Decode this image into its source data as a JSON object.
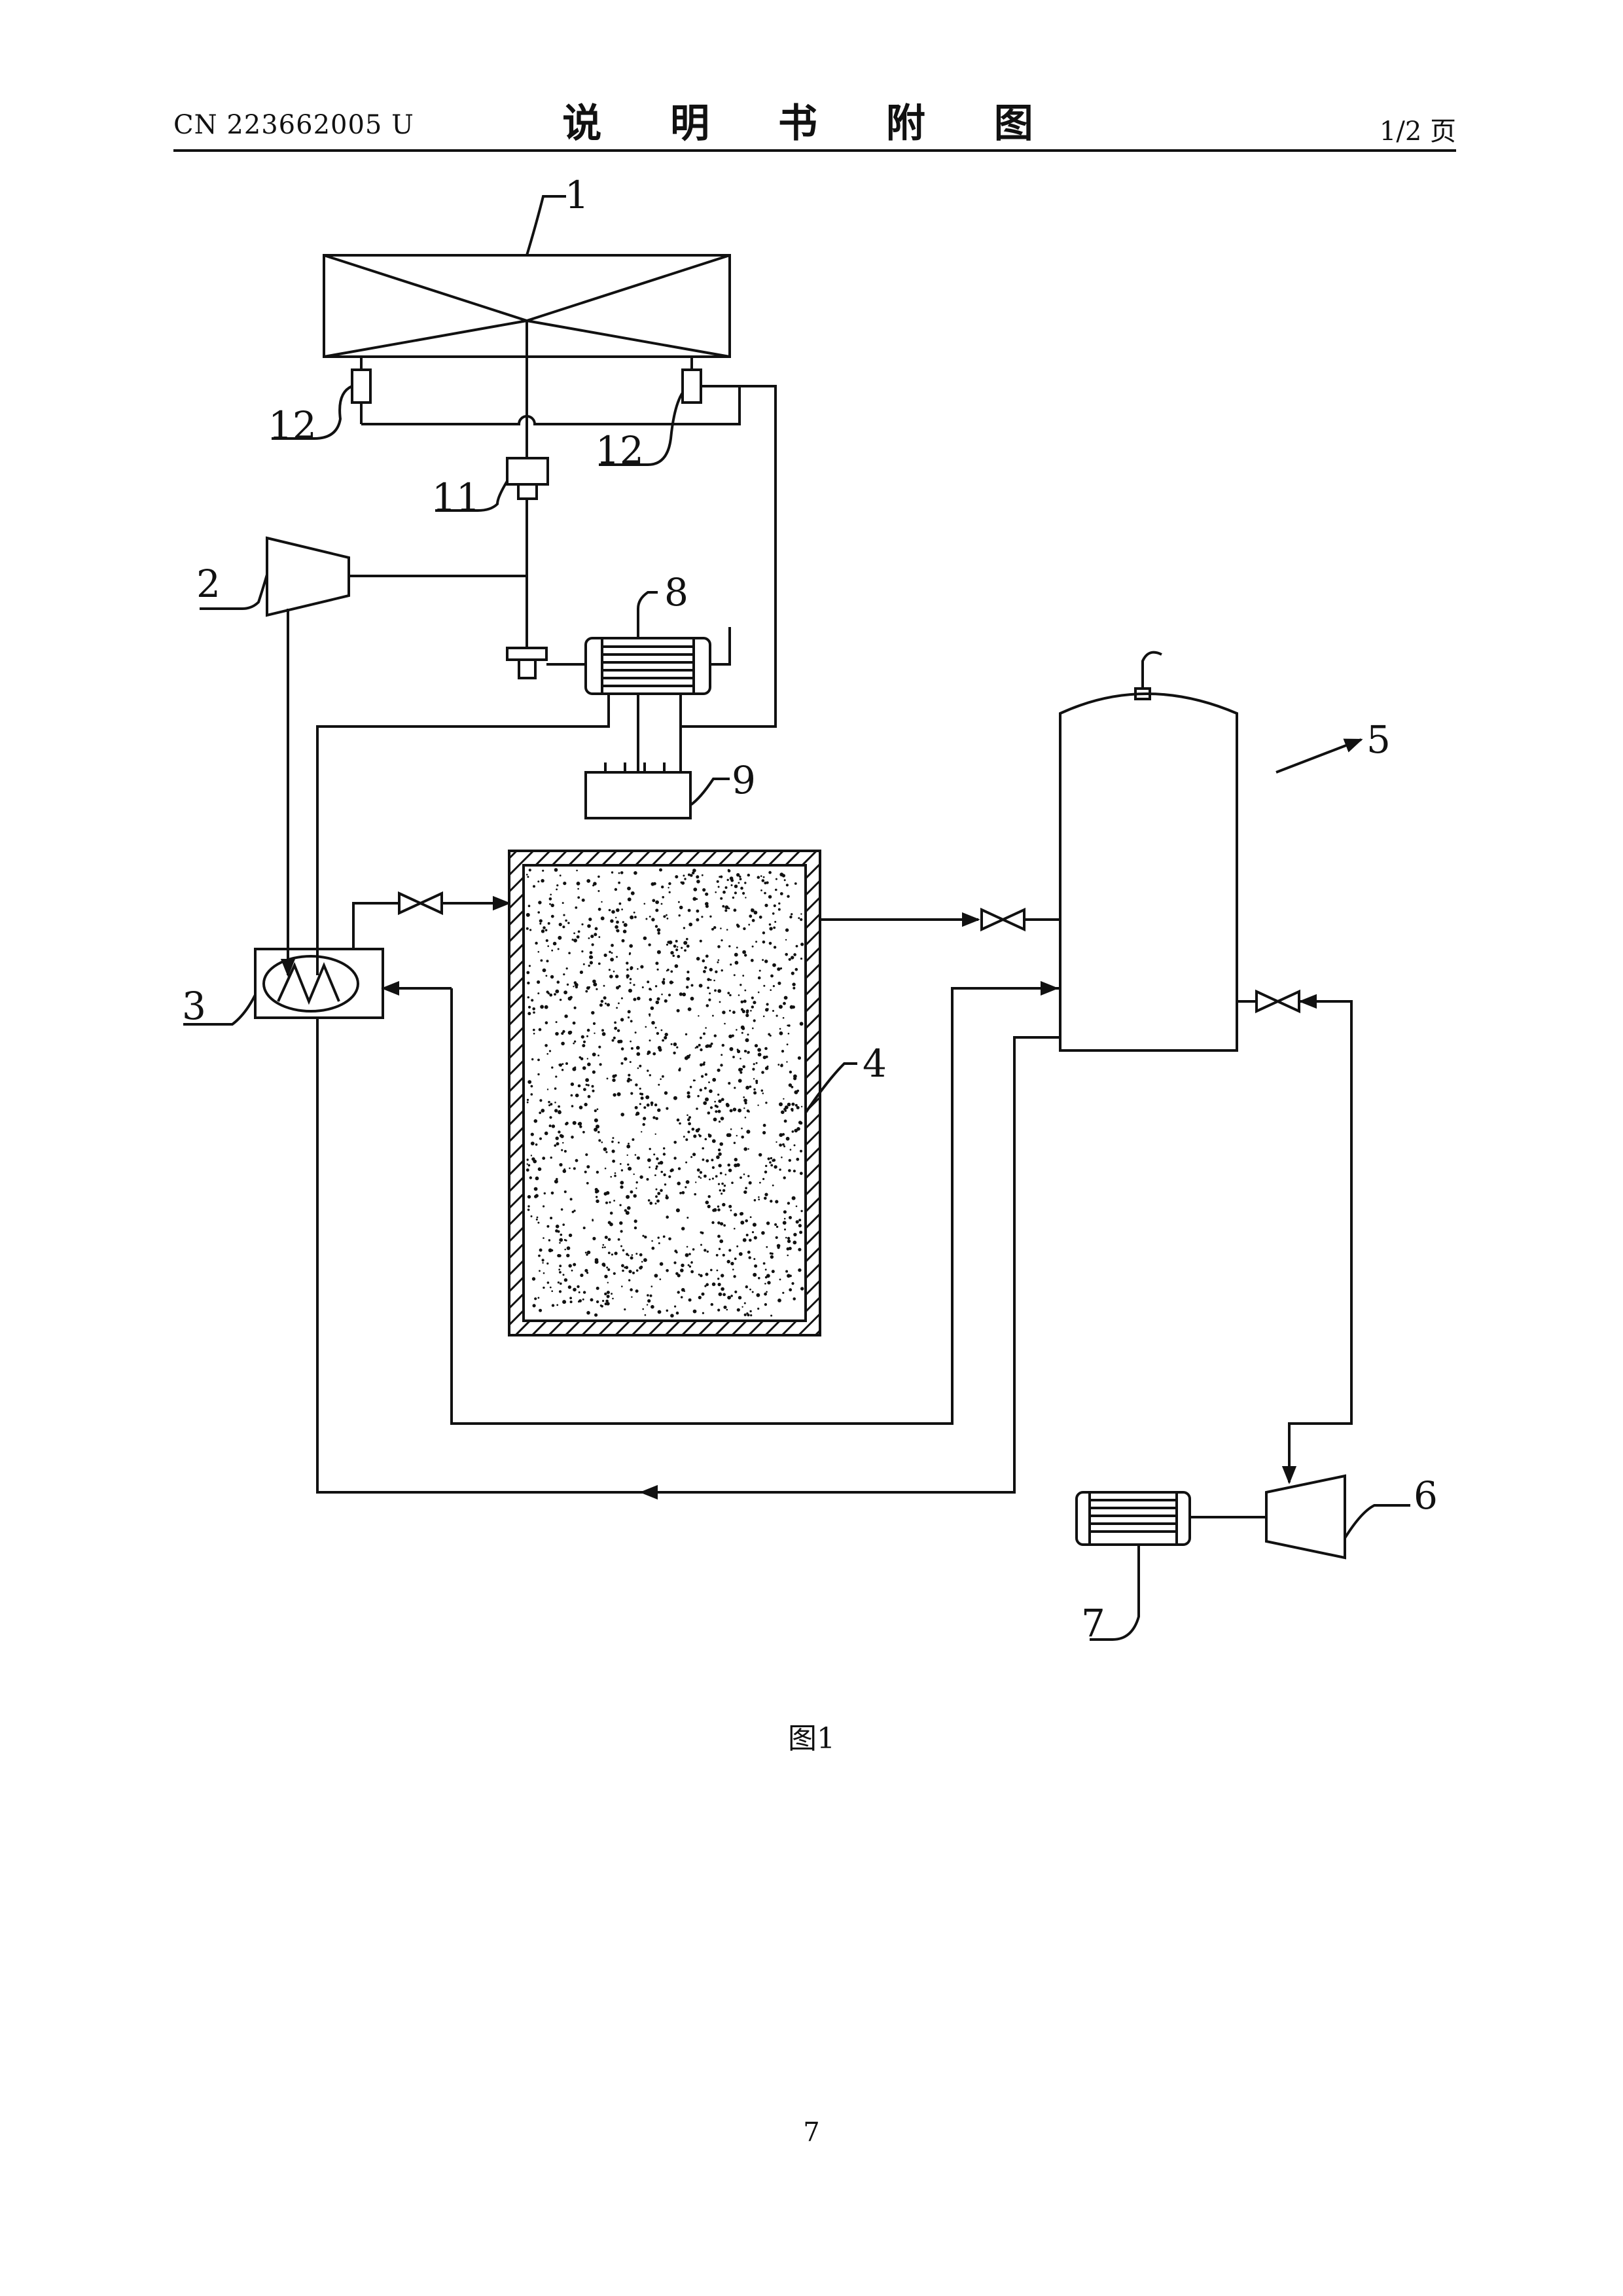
{
  "header": {
    "publication_number": "CN 223662005 U",
    "section_title": "说 明 书 附 图",
    "page_of": "1/2 页"
  },
  "figure": {
    "caption": "图1",
    "labels": {
      "l1": "1",
      "l2": "2",
      "l3": "3",
      "l4": "4",
      "l5": "5",
      "l6": "6",
      "l7": "7",
      "l8": "8",
      "l9": "9",
      "l11": "11",
      "l12a": "12",
      "l12b": "12"
    }
  },
  "footer": {
    "page_number": "7"
  }
}
